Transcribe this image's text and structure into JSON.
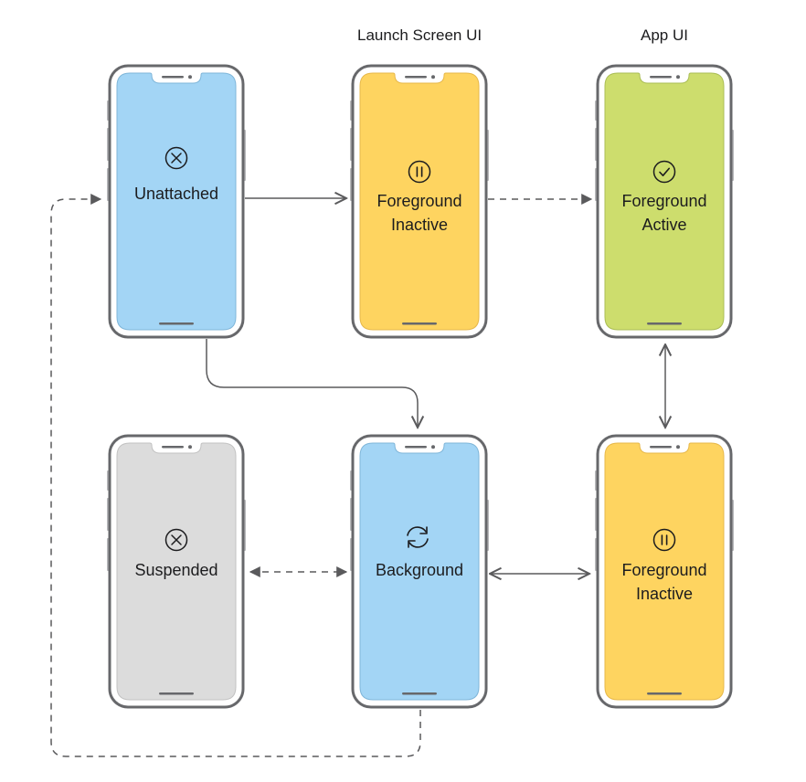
{
  "columns": {
    "launch_screen": "Launch Screen UI",
    "app": "App UI"
  },
  "states": {
    "unattached": {
      "lines": [
        "Unattached"
      ],
      "icon": "x-circle-icon",
      "color": "#a3d5f5"
    },
    "fg_inactive_launch": {
      "lines": [
        "Foreground",
        "Inactive"
      ],
      "icon": "pause-circle-icon",
      "color": "#fed460"
    },
    "fg_active": {
      "lines": [
        "Foreground",
        "Active"
      ],
      "icon": "checkmark-circle-icon",
      "color": "#cddd6d"
    },
    "suspended": {
      "lines": [
        "Suspended"
      ],
      "icon": "x-circle-icon",
      "color": "#dcdcdc"
    },
    "background": {
      "lines": [
        "Background"
      ],
      "icon": "refresh-arrows-icon",
      "color": "#a3d5f5"
    },
    "fg_inactive_app": {
      "lines": [
        "Foreground",
        "Inactive"
      ],
      "icon": "pause-circle-icon",
      "color": "#fed460"
    }
  },
  "colors": {
    "phone_frame": "#67686b",
    "phone_body": "#ffffff",
    "arrow": "#5a5a5c"
  }
}
